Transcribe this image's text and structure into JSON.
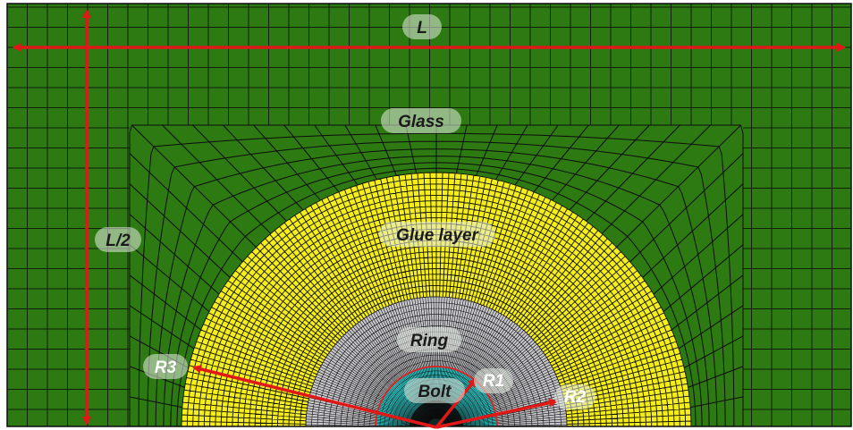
{
  "labels": {
    "length": "L",
    "half_length": "L/2",
    "glass": "Glass",
    "glue_layer": "Glue layer",
    "ring": "Ring",
    "bolt": "Bolt",
    "r1": "R1",
    "r2": "R2",
    "r3": "R3"
  },
  "colors": {
    "glass": "#2d7a12",
    "glue_layer": "#f5ee1a",
    "ring": "#c8c8cc",
    "bolt": "#2fd2d2",
    "bolt_core": "#0a0a0a",
    "mesh_line": "#0d0d0d",
    "ring_boundary": "#e02020",
    "dimension_arrow": "#e01818"
  }
}
